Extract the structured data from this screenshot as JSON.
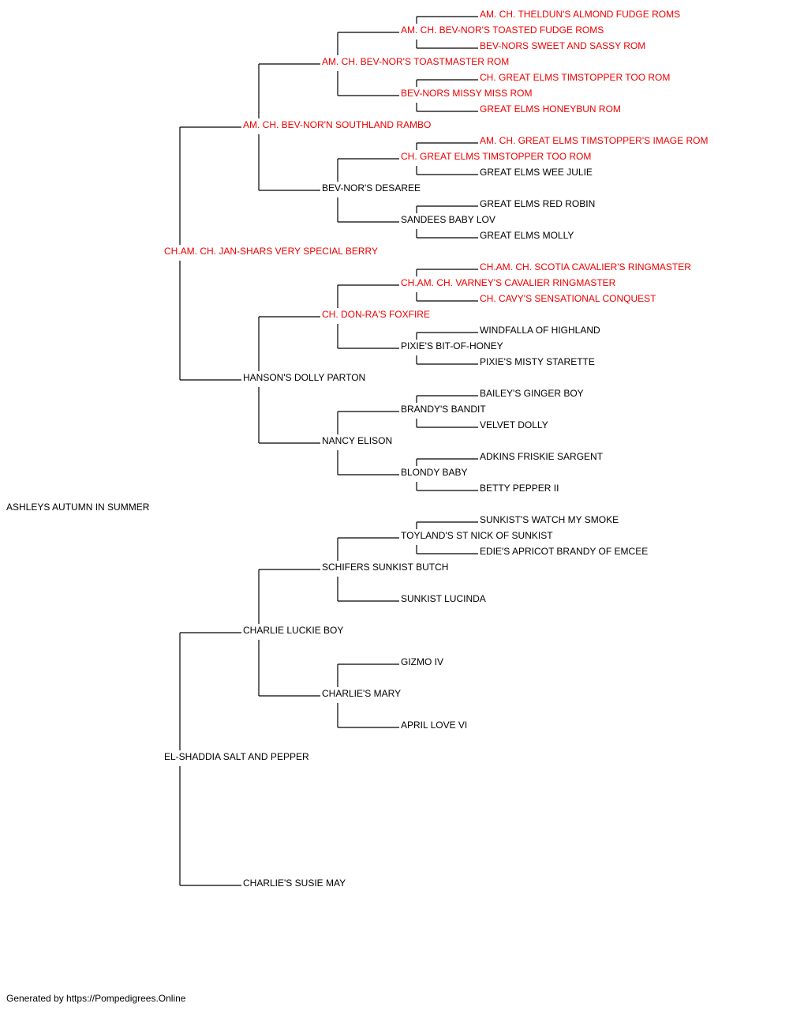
{
  "colors": {
    "champion": "#ee0000",
    "normal": "#000000",
    "line": "#000000"
  },
  "subject": {
    "name": "ASHLEYS AUTUMN IN SUMMER",
    "champion": false
  },
  "pedigree": {
    "sire": {
      "name": "CH.AM. CH. JAN-SHARS VERY SPECIAL BERRY",
      "champion": true,
      "sire": {
        "name": "AM. CH. BEV-NOR'N SOUTHLAND RAMBO",
        "champion": true,
        "sire": {
          "name": "AM. CH. BEV-NOR'S TOASTMASTER ROM",
          "champion": true,
          "sire": {
            "name": "AM. CH. BEV-NOR'S TOASTED FUDGE ROMS",
            "champion": true,
            "sire": {
              "name": "AM. CH. THELDUN'S ALMOND FUDGE ROMS",
              "champion": true
            },
            "dam": {
              "name": "BEV-NORS SWEET AND SASSY ROM",
              "champion": true
            }
          },
          "dam": {
            "name": "BEV-NORS MISSY MISS ROM",
            "champion": true,
            "sire": {
              "name": "CH. GREAT ELMS TIMSTOPPER TOO ROM",
              "champion": true
            },
            "dam": {
              "name": "GREAT ELMS HONEYBUN ROM",
              "champion": true
            }
          }
        },
        "dam": {
          "name": "BEV-NOR'S DESAREE",
          "champion": false,
          "sire": {
            "name": "CH. GREAT ELMS TIMSTOPPER TOO ROM",
            "champion": true,
            "sire": {
              "name": "AM. CH. GREAT ELMS TIMSTOPPER'S IMAGE ROM",
              "champion": true
            },
            "dam": {
              "name": "GREAT ELMS WEE JULIE",
              "champion": false
            }
          },
          "dam": {
            "name": "SANDEES BABY LOV",
            "champion": false,
            "sire": {
              "name": "GREAT ELMS RED ROBIN",
              "champion": false
            },
            "dam": {
              "name": "GREAT ELMS MOLLY",
              "champion": false
            }
          }
        }
      },
      "dam": {
        "name": "HANSON'S DOLLY PARTON",
        "champion": false,
        "sire": {
          "name": "CH. DON-RA'S FOXFIRE",
          "champion": true,
          "sire": {
            "name": "CH.AM. CH. VARNEY'S CAVALIER RINGMASTER",
            "champion": true,
            "sire": {
              "name": "CH.AM. CH. SCOTIA CAVALIER'S RINGMASTER",
              "champion": true
            },
            "dam": {
              "name": "CH. CAVY'S SENSATIONAL CONQUEST",
              "champion": true
            }
          },
          "dam": {
            "name": "PIXIE'S BIT-OF-HONEY",
            "champion": false,
            "sire": {
              "name": "WINDFALLA OF HIGHLAND",
              "champion": false
            },
            "dam": {
              "name": "PIXIE'S MISTY STARETTE",
              "champion": false
            }
          }
        },
        "dam": {
          "name": "NANCY ELISON",
          "champion": false,
          "sire": {
            "name": "BRANDY'S BANDIT",
            "champion": false,
            "sire": {
              "name": "BAILEY'S GINGER BOY",
              "champion": false
            },
            "dam": {
              "name": "VELVET DOLLY",
              "champion": false
            }
          },
          "dam": {
            "name": "BLONDY BABY",
            "champion": false,
            "sire": {
              "name": "ADKINS FRISKIE SARGENT",
              "champion": false
            },
            "dam": {
              "name": "BETTY PEPPER II",
              "champion": false
            }
          }
        }
      }
    },
    "dam": {
      "name": "EL-SHADDIA SALT AND PEPPER",
      "champion": false,
      "sire": {
        "name": "CHARLIE LUCKIE BOY",
        "champion": false,
        "sire": {
          "name": "SCHIFERS SUNKIST BUTCH",
          "champion": false,
          "sire": {
            "name": "TOYLAND'S ST NICK OF SUNKIST",
            "champion": false,
            "sire": {
              "name": "SUNKIST'S WATCH MY SMOKE",
              "champion": false
            },
            "dam": {
              "name": "EDIE'S APRICOT BRANDY OF EMCEE",
              "champion": false
            }
          },
          "dam": {
            "name": "SUNKIST LUCINDA",
            "champion": false
          }
        },
        "dam": {
          "name": "CHARLIE'S MARY",
          "champion": false,
          "sire": {
            "name": "GIZMO IV",
            "champion": false
          },
          "dam": {
            "name": "APRIL LOVE VI",
            "champion": false
          }
        }
      },
      "dam": {
        "name": "CHARLIE'S SUSIE MAY",
        "champion": false
      }
    }
  },
  "footer": "Generated by https://Pompedigrees.Online"
}
